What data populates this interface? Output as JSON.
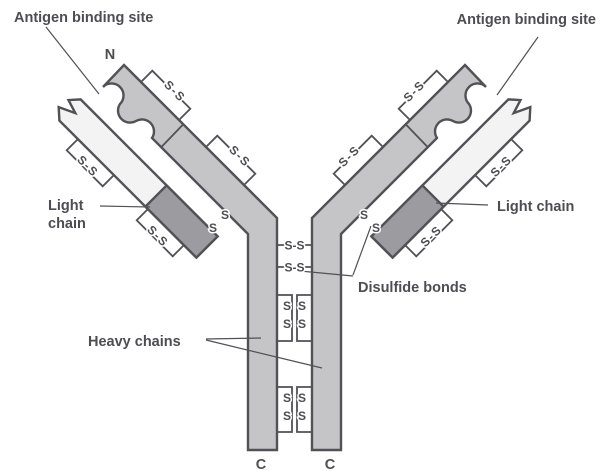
{
  "diagram": {
    "type": "antibody-structure",
    "labels": {
      "antigen_binding_site_left": "Antigen binding site",
      "antigen_binding_site_right": "Antigen binding site",
      "light_chain_left_line1": "Light",
      "light_chain_left_line2": "chain",
      "light_chain_right": "Light chain",
      "heavy_chains": "Heavy chains",
      "disulfide_bonds": "Disulfide bonds",
      "n_terminus": "N",
      "c_terminus_left": "C",
      "c_terminus_right": "C",
      "ss_bond": "S-S",
      "s": "S"
    },
    "colors": {
      "heavy_chain_fill": "#c5c5c8",
      "light_chain_variable_fill": "#f3f3f4",
      "light_chain_constant_fill": "#9b9ba0",
      "outline": "#515156",
      "label_text": "#4d4d52",
      "background": "#ffffff"
    }
  }
}
